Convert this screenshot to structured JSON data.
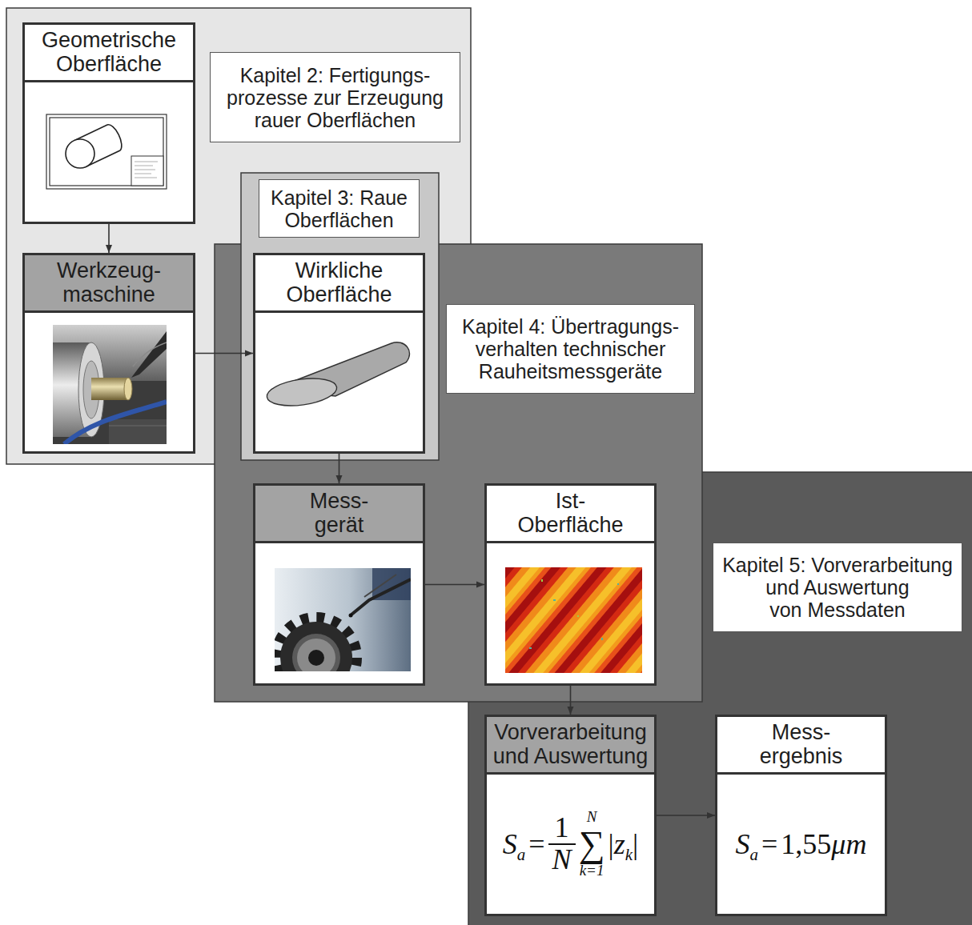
{
  "diagram": {
    "nodes": [
      {
        "text": [
          "Kapitel 2: Fertigungs- prozesse zur Erzeugung rauer Oberflächen"
        ]
      },
      {
        "text": [
          "Geometrische Oberfläche"
        ],
        "in": 0
      },
      {
        "text": [
          "Werkzeug- maschine"
        ],
        "in": 0
      },
      {
        "text": [
          "Kapitel 3: Raue Oberflächen"
        ]
      },
      {
        "text": [
          "Wirkliche Oberfläche"
        ],
        "in": 3
      },
      {
        "text": [
          "Kapitel 4: Übertragungs- verhalten technischer Rauheitsmessgeräte"
        ]
      },
      {
        "text": [
          "Mess- gerät"
        ],
        "in": 5
      },
      {
        "text": [
          "Ist- Oberfläche"
        ],
        "in": 5
      },
      {
        "text": [
          "Kapitel 5: Vorverarbeitung und Auswertung von Messdaten"
        ]
      },
      {
        "text": [
          "Vorverarbeitung und Auswertung",
          "S",
          "a",
          "=",
          "1",
          "N",
          "N",
          "∑",
          "k=1",
          "|",
          "z",
          "k",
          "|"
        ],
        "in": 8
      },
      {
        "text": [
          "Mess- ergebnis",
          "S",
          "a",
          "=",
          "1,55",
          "μm"
        ],
        "in": 8
      }
    ],
    "edges": [
      {
        "from": 1,
        "to": 2,
        "arrow": "to"
      },
      {
        "from": 2,
        "to": 4,
        "arrow": "to"
      },
      {
        "from": 4,
        "to": 6,
        "arrow": "to"
      },
      {
        "from": 6,
        "to": 7,
        "arrow": "to"
      },
      {
        "from": 7,
        "to": 9,
        "arrow": "to"
      },
      {
        "from": 9,
        "to": 10,
        "arrow": "to"
      }
    ]
  }
}
